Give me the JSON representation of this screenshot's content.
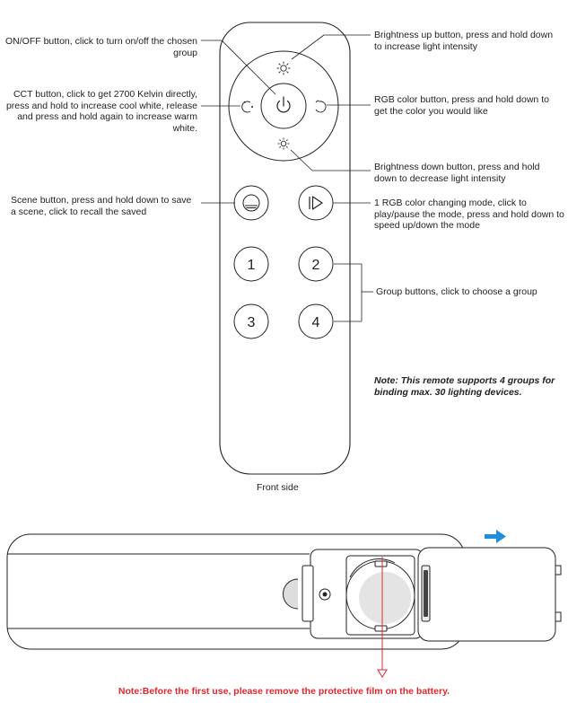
{
  "labels": {
    "onoff": "ON/OFF button, click to turn on/off the chosen group",
    "cct": "CCT button, click to get 2700 Kelvin directly, press and hold to increase cool white, release and press and hold again to increase warm white.",
    "scene": "Scene button, press and hold down to save a scene, click to recall the saved",
    "bright_up": "Brightness up button, press and hold down to increase light intensity",
    "rgb": "RGB color button, press and hold down to get the color you would like",
    "bright_down": "Brightness down button, press and hold down to decrease light intensity",
    "rgb_mode": "1 RGB color changing mode, click to play/pause the mode, press and hold down to speed up/down the mode",
    "groups": "Group buttons, click to choose a group"
  },
  "note_groups": "Note: This remote supports 4 groups for binding max. 30 lighting devices.",
  "caption_front": "Front side",
  "note_battery": "Note:Before the first use, please remove the protective film on the battery.",
  "group_buttons": [
    "1",
    "2",
    "3",
    "4"
  ],
  "colors": {
    "arrow": "#1e8fe0",
    "warning": "#e4262d"
  }
}
